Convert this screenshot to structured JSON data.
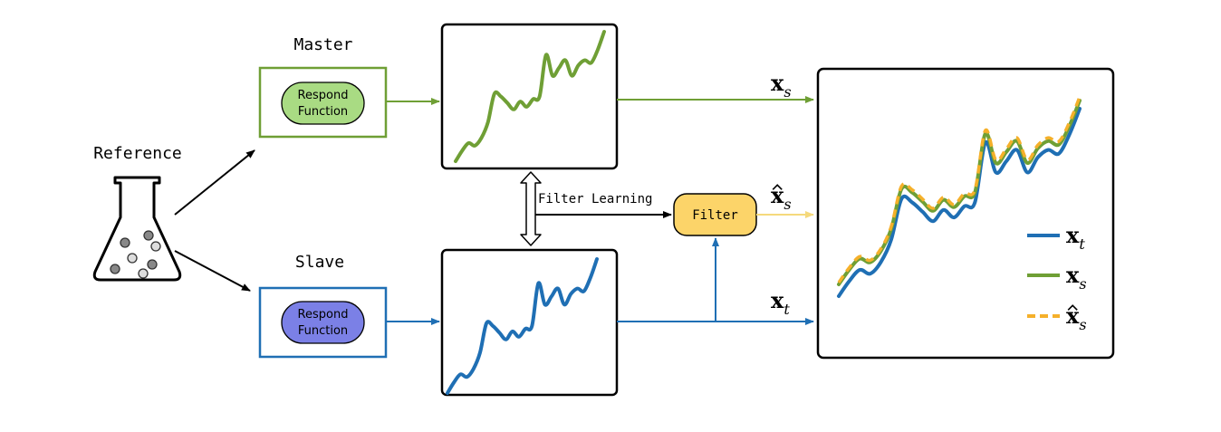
{
  "labels": {
    "master": "Master",
    "slave": "Slave",
    "reference": "Reference",
    "filter_learning": "Filter Learning",
    "filter": "Filter"
  },
  "modules": {
    "master_fn": [
      "Respond",
      "Function"
    ],
    "slave_fn": [
      "Respond",
      "Function"
    ]
  },
  "signals": {
    "xs": {
      "base": "x",
      "sub": "s",
      "hat": false
    },
    "xs_hat": {
      "base": "x",
      "sub": "s",
      "hat": true
    },
    "xt": {
      "base": "x",
      "sub": "t",
      "hat": false
    }
  },
  "legend": [
    {
      "base": "x",
      "sub": "t",
      "hat": false,
      "color": "#1f6fb4",
      "dashed": false
    },
    {
      "base": "x",
      "sub": "s",
      "hat": false,
      "color": "#6f9f35",
      "dashed": false
    },
    {
      "base": "x",
      "sub": "s",
      "hat": true,
      "color": "#f5b02a",
      "dashed": true
    }
  ],
  "colors": {
    "master": "#6f9f35",
    "master_fill": "#a9db83",
    "slave": "#1f6fb4",
    "slave_fill": "#7b80e6",
    "filter_fill": "#fcd469",
    "filter_out": "#f5d97c",
    "dashed": "#f5b02a"
  },
  "curve": [
    0.0,
    0.08,
    0.14,
    0.12,
    0.18,
    0.3,
    0.52,
    0.5,
    0.45,
    0.4,
    0.46,
    0.42,
    0.48,
    0.5,
    0.82,
    0.66,
    0.72,
    0.78,
    0.66,
    0.74,
    0.78,
    0.76,
    0.86,
    1.0
  ]
}
